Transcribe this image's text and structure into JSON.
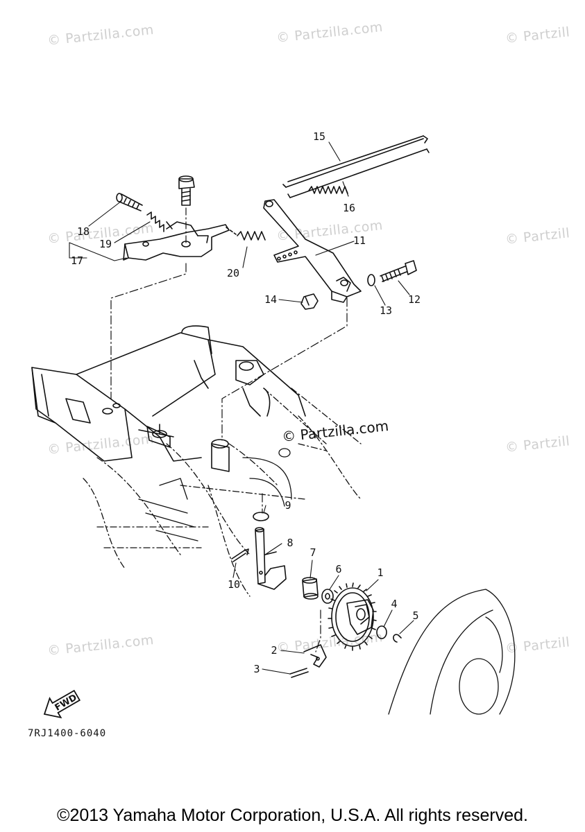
{
  "watermarks": [
    {
      "text": "© Partzilla.com"
    },
    {
      "text": "© Partzilla.com"
    },
    {
      "text": "© Partzill"
    },
    {
      "text": "© Partzilla.com"
    },
    {
      "text": "© Partzilla.com"
    },
    {
      "text": "© Partzill"
    },
    {
      "text": "© Partzilla.com"
    },
    {
      "text": "© Partzill"
    },
    {
      "text": "© Partzilla.com"
    },
    {
      "text": "© Partzilla.com"
    },
    {
      "text": "© Partzill"
    }
  ],
  "center_mark": "© Partzilla.com",
  "callouts": [
    "1",
    "2",
    "3",
    "4",
    "5",
    "6",
    "7",
    "8",
    "9",
    "10",
    "11",
    "12",
    "13",
    "14",
    "15",
    "16",
    "17",
    "18",
    "19",
    "20"
  ],
  "fwd_label": "FWD",
  "catalog_code": "7RJ1400-6040",
  "copyright": "©2013 Yamaha Motor Corporation, U.S.A. All rights reserved."
}
